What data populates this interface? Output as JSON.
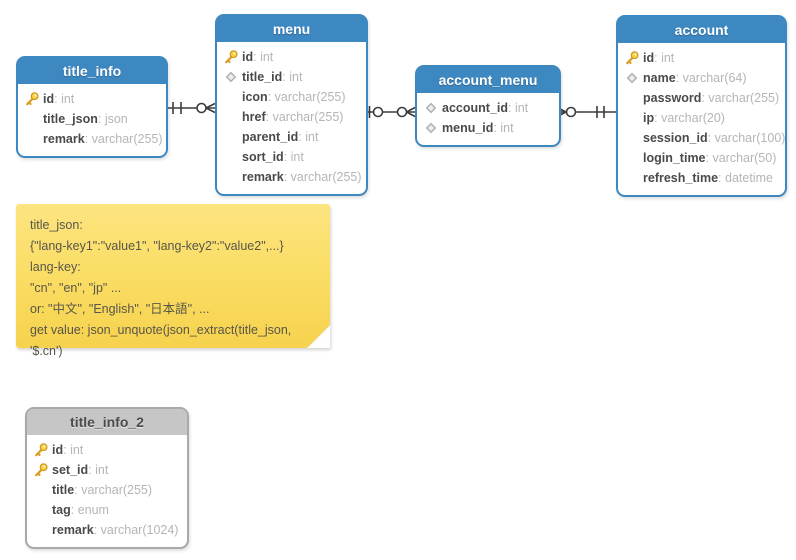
{
  "diagram": {
    "type": "entity-relationship",
    "notation": "crow-foot",
    "colors": {
      "entity_header_blue": "#3e88c2",
      "entity_header_gray": "#c6c6c6",
      "note_yellow": "#fbde67",
      "field_name_text": "#4a4a4a",
      "field_type_text": "#b5b5b5",
      "relationship_line": "#3c3c3c",
      "key_icon_gold": "#f5c52c",
      "diamond_icon_gray": "#dcdcdc"
    }
  },
  "entities": [
    {
      "title": "title_info",
      "style": "blue",
      "fields": [
        {
          "icon": "key",
          "name": "id",
          "type": "int"
        },
        {
          "icon": "none",
          "name": "title_json",
          "type": "json"
        },
        {
          "icon": "none",
          "name": "remark",
          "type": "varchar(255)"
        }
      ]
    },
    {
      "title": "menu",
      "style": "blue",
      "fields": [
        {
          "icon": "key",
          "name": "id",
          "type": "int"
        },
        {
          "icon": "diamond",
          "name": "title_id",
          "type": "int"
        },
        {
          "icon": "none",
          "name": "icon",
          "type": "varchar(255)"
        },
        {
          "icon": "none",
          "name": "href",
          "type": "varchar(255)"
        },
        {
          "icon": "none",
          "name": "parent_id",
          "type": "int"
        },
        {
          "icon": "none",
          "name": "sort_id",
          "type": "int"
        },
        {
          "icon": "none",
          "name": "remark",
          "type": "varchar(255)"
        }
      ]
    },
    {
      "title": "account_menu",
      "style": "blue",
      "fields": [
        {
          "icon": "diamond",
          "name": "account_id",
          "type": "int"
        },
        {
          "icon": "diamond",
          "name": "menu_id",
          "type": "int"
        }
      ]
    },
    {
      "title": "account",
      "style": "blue",
      "fields": [
        {
          "icon": "key",
          "name": "id",
          "type": "int"
        },
        {
          "icon": "diamond",
          "name": "name",
          "type": "varchar(64)"
        },
        {
          "icon": "none",
          "name": "password",
          "type": "varchar(255)"
        },
        {
          "icon": "none",
          "name": "ip",
          "type": "varchar(20)"
        },
        {
          "icon": "none",
          "name": "session_id",
          "type": "varchar(100)"
        },
        {
          "icon": "none",
          "name": "login_time",
          "type": "varchar(50)"
        },
        {
          "icon": "none",
          "name": "refresh_time",
          "type": "datetime"
        }
      ]
    },
    {
      "title": "title_info_2",
      "style": "gray",
      "fields": [
        {
          "icon": "key",
          "name": "id",
          "type": "int"
        },
        {
          "icon": "key",
          "name": "set_id",
          "type": "int"
        },
        {
          "icon": "none",
          "name": "title",
          "type": "varchar(255)"
        },
        {
          "icon": "none",
          "name": "tag",
          "type": "enum"
        },
        {
          "icon": "none",
          "name": "remark",
          "type": "varchar(1024)"
        }
      ]
    }
  ],
  "note": {
    "lines": [
      "title_json:",
      "{\"lang-key1\":\"value1\", \"lang-key2\":\"value2\",...}",
      "lang-key:",
      "\"cn\", \"en\", \"jp\" ...",
      "or: \"中文\", \"English\", \"日本語\", ...",
      "get value: json_unquote(json_extract(title_json, '$.cn')"
    ]
  },
  "relationships": [
    {
      "from": "title_info",
      "to": "menu",
      "from_cardinality": "exactly-one",
      "to_cardinality": "zero-or-many"
    },
    {
      "from": "menu",
      "to": "account_menu",
      "from_cardinality": "zero-or-one",
      "to_cardinality": "zero-or-many"
    },
    {
      "from": "account_menu",
      "to": "account",
      "from_cardinality": "zero-or-many",
      "to_cardinality": "exactly-one"
    }
  ]
}
